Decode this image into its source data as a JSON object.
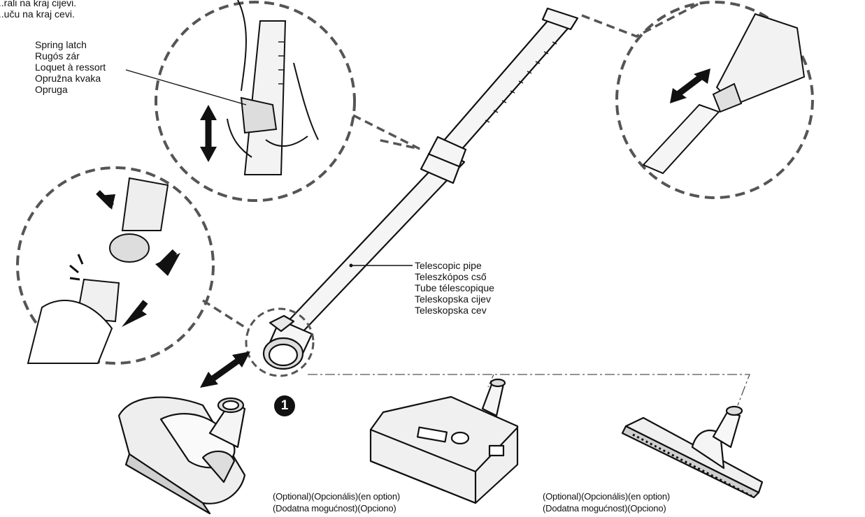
{
  "intro_text": {
    "line1": "...rali na kraj cijevi.",
    "line2": "...uču na kraj cevi."
  },
  "spring_latch_label": [
    "Spring latch",
    "Rugós zár",
    "Loquet à ressort",
    "Opružna kvaka",
    "Opruga"
  ],
  "telescopic_pipe_label": [
    "Telescopic pipe",
    "Teleszkópos cső",
    "Tube télescopique",
    "Teleskopska cijev",
    "Teleskopska cev"
  ],
  "optional_caption_1": {
    "line1": "(Optional)(Opcionális)(en option)",
    "line2": "(Dodatna mogućnost)(Opciono)"
  },
  "optional_caption_2": {
    "line1": "(Optional)(Opcionális)(en option)",
    "line2": "(Dodatna mogućnost)(Opciono)"
  },
  "step_number": "1",
  "colors": {
    "ink": "#111111",
    "pipe": "#f4f4f4",
    "dash": "#555555"
  }
}
